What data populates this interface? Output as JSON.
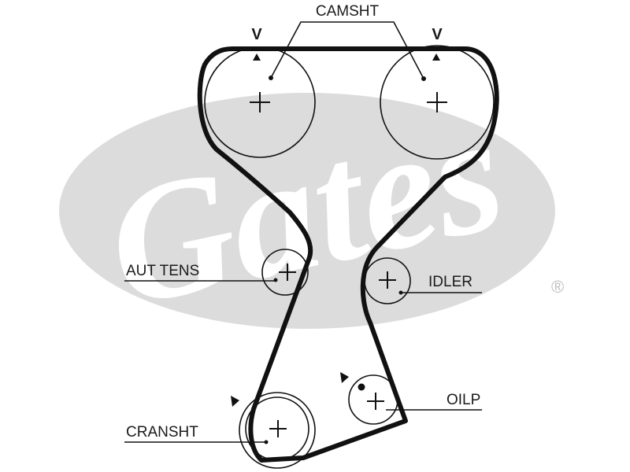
{
  "labels": {
    "camshaft": "CAMSHT",
    "auto_tensioner": "AUT TENS",
    "idler": "IDLER",
    "oil_pump": "OILP",
    "crankshaft": "CRANSHT"
  },
  "timing_marks": {
    "left": "V",
    "right": "V"
  },
  "logo": {
    "text": "Gates",
    "registered": "®"
  },
  "colors": {
    "belt": "#111111",
    "logo_gray": "#dcdcdc",
    "text": "#1a1a1a"
  }
}
